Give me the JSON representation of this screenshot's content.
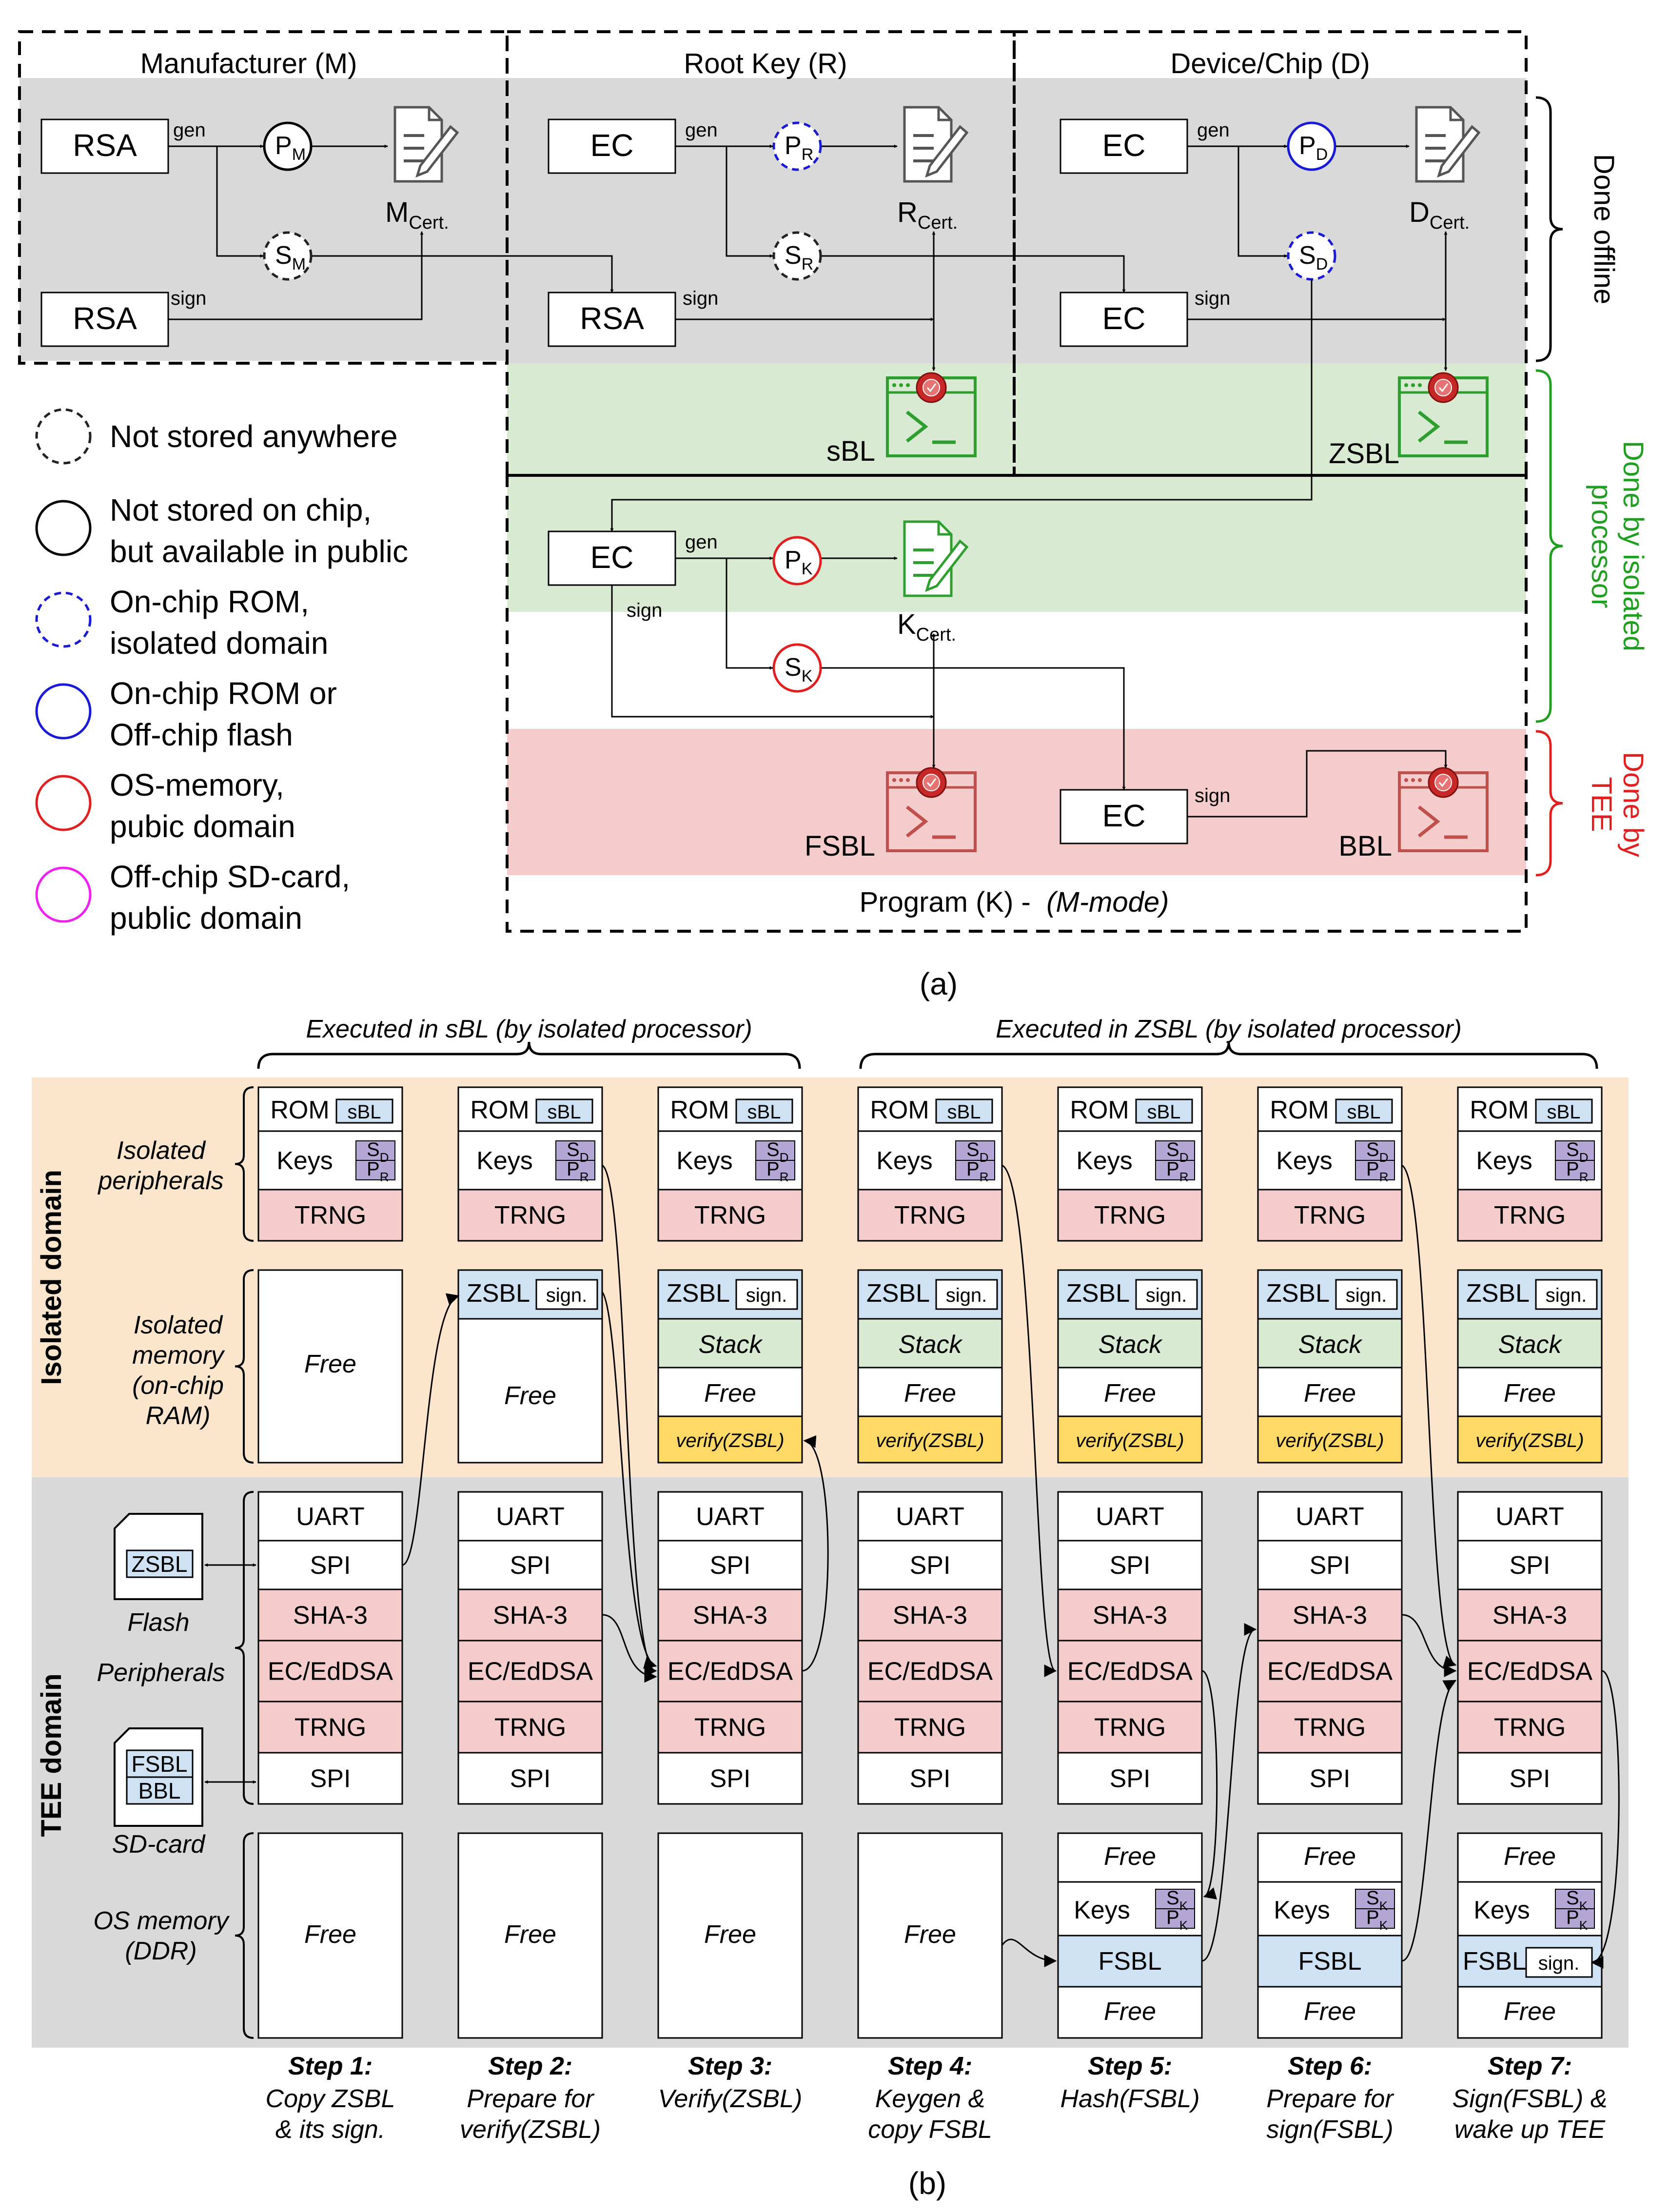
{
  "partA": {
    "domains": {
      "manufacturer": "Manufacturer (M)",
      "rootkey": "Root Key (R)",
      "device": "Device/Chip (D)",
      "program_prefix": "Program (K) - ",
      "program_mode": "(M-mode)"
    },
    "boxes": {
      "rsa": "RSA",
      "ec": "EC"
    },
    "edge_labels": {
      "gen": "gen",
      "sign": "sign"
    },
    "keys": {
      "p": "P",
      "s": "S",
      "sub_m": "M",
      "sub_r": "R",
      "sub_d": "D",
      "sub_k": "K"
    },
    "certs": {
      "m": "M",
      "r": "R",
      "d": "D",
      "k": "K",
      "suffix": "Cert."
    },
    "programs": {
      "sbl": "sBL",
      "zsbl": "ZSBL",
      "fsbl": "FSBL",
      "bbl": "BBL"
    },
    "phases": {
      "offline": "Done offline",
      "isolated_1": "Done by isolated",
      "isolated_2": "processor",
      "tee_1": "Done by",
      "tee_2": "TEE"
    },
    "legend": [
      {
        "line1": "Not stored anywhere",
        "line2": "",
        "color": "#222222",
        "dashed": true
      },
      {
        "line1": "Not stored on chip,",
        "line2": "but available in public",
        "color": "#000000",
        "dashed": false
      },
      {
        "line1": "On-chip ROM,",
        "line2": "isolated domain",
        "color": "#1a1ad6",
        "dashed": true
      },
      {
        "line1": "On-chip ROM or",
        "line2": "Off-chip flash",
        "color": "#1a1ad6",
        "dashed": false
      },
      {
        "line1": "OS-memory,",
        "line2": "pubic domain",
        "color": "#e02020",
        "dashed": false
      },
      {
        "line1": "Off-chip SD-card,",
        "line2": "public domain",
        "color": "#ee22ee",
        "dashed": false
      }
    ],
    "caption": "(a)"
  },
  "partB": {
    "braces": {
      "sbl": "Executed in sBL (by isolated processor)",
      "zsbl": "Executed in ZSBL (by isolated processor)"
    },
    "domains": {
      "isolated": "Isolated domain",
      "tee": "TEE domain"
    },
    "row_labels": {
      "iso_periph": [
        "Isolated",
        "peripherals"
      ],
      "iso_mem": [
        "Isolated",
        "memory",
        "(on-chip",
        "RAM)"
      ],
      "peripherals": [
        "Peripherals"
      ],
      "os_mem": [
        "OS memory",
        "(DDR)"
      ]
    },
    "devices": {
      "flash_name": "Flash",
      "flash_content": "ZSBL",
      "sd_name": "SD-card",
      "sd_content_1": "FSBL",
      "sd_content_2": "BBL"
    },
    "cells": {
      "rom": "ROM",
      "sbl": "sBL",
      "keys": "Keys",
      "trng": "TRNG",
      "free": "Free",
      "zsbl": "ZSBL",
      "sign": "sign.",
      "stack": "Stack",
      "verify": "verify(ZSBL)",
      "uart": "UART",
      "spi": "SPI",
      "sha3": "SHA-3",
      "ec_eddsa": "EC/EdDSA",
      "fsbl": "FSBL"
    },
    "key_subs": {
      "sd": "S",
      "pr": "P",
      "sk": "S",
      "pk": "P",
      "d": "D",
      "r": "R",
      "k": "K"
    },
    "steps": [
      {
        "title": "Step 1:",
        "line1": "Copy ZSBL",
        "line2": "& its sign."
      },
      {
        "title": "Step 2:",
        "line1": "Prepare for",
        "line2": "verify(ZSBL)"
      },
      {
        "title": "Step 3:",
        "line1": "Verify(ZSBL)",
        "line2": ""
      },
      {
        "title": "Step 4:",
        "line1": "Keygen &",
        "line2": "copy FSBL"
      },
      {
        "title": "Step 5:",
        "line1": "Hash(FSBL)",
        "line2": ""
      },
      {
        "title": "Step 6:",
        "line1": "Prepare for",
        "line2": "sign(FSBL)"
      },
      {
        "title": "Step 7:",
        "line1": "Sign(FSBL) &",
        "line2": "wake up TEE"
      }
    ],
    "caption": "(b)"
  },
  "colors": {
    "offline_bg": "#d9d9d9",
    "isolated_bg": "#d9ead3",
    "tee_bg": "#f4cccc",
    "iso_domain_bg": "#fce5cd",
    "tee_domain_bg": "#d9d9d9",
    "peripheral_red": "#f4cccc",
    "memory_blue": "#cfe2f3",
    "stack_green": "#d9ead3",
    "verify_yellow": "#ffd966",
    "key_purple": "#b4a7d6",
    "green_program": "#2e9e2e",
    "red_program": "#c0504d",
    "text_green": "#1f9e1f",
    "text_red": "#e02020"
  }
}
